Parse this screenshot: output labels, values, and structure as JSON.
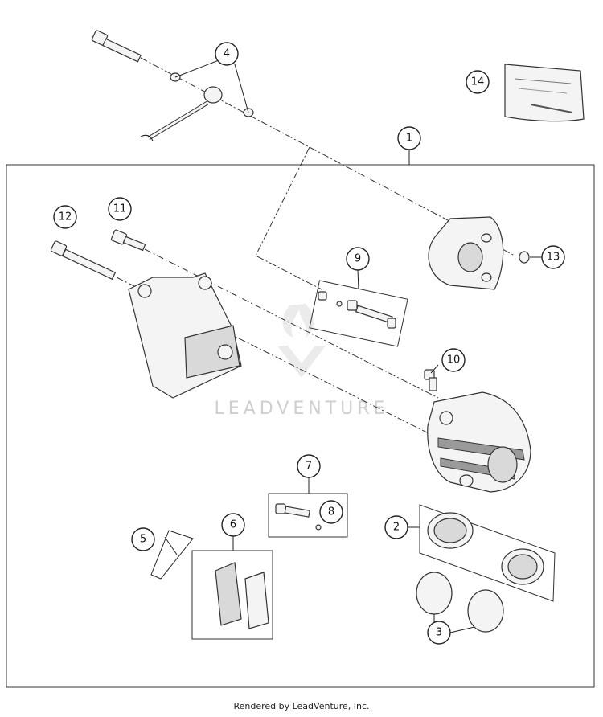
{
  "callouts": {
    "c1": "1",
    "c2": "2",
    "c3": "3",
    "c4": "4",
    "c5": "5",
    "c6": "6",
    "c7": "7",
    "c8": "8",
    "c9": "9",
    "c10": "10",
    "c11": "11",
    "c12": "12",
    "c13": "13",
    "c14": "14"
  },
  "watermark": "LEADVENTURE",
  "footer": "Rendered by LeadVenture, Inc."
}
